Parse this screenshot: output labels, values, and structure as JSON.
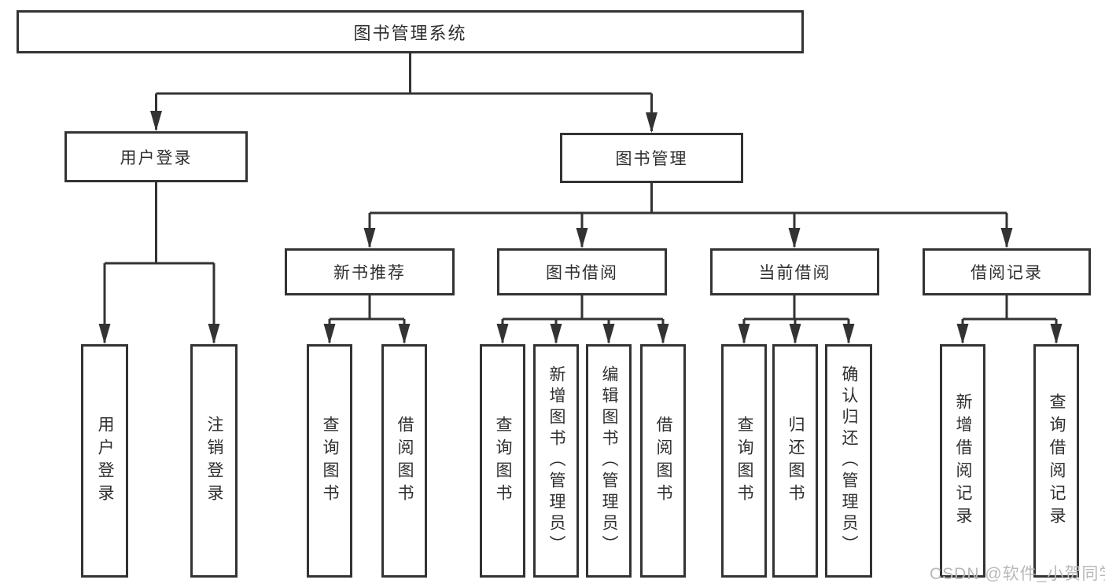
{
  "tree": {
    "root": "图书管理系统",
    "children": [
      {
        "label": "用户登录",
        "children": [
          "用户登录",
          "注销登录"
        ]
      },
      {
        "label": "图书管理",
        "children": [
          {
            "label": "新书推荐",
            "children": [
              "查询图书",
              "借阅图书"
            ]
          },
          {
            "label": "图书借阅",
            "children": [
              "查询图书",
              "新增图书（管理员）",
              "编辑图书（管理员）",
              "借阅图书"
            ]
          },
          {
            "label": "当前借阅",
            "children": [
              "查询图书",
              "归还图书",
              "确认归还（管理员）"
            ]
          },
          {
            "label": "借阅记录",
            "children": [
              "新增借阅记录",
              "查询借阅记录"
            ]
          }
        ]
      }
    ]
  },
  "watermark": "CSDN @软件_小贺同学",
  "colors": {
    "line": "#333333",
    "box_border": "#333333",
    "box_fill": "#ffffff",
    "text": "#2f2f2f",
    "watermark": "#b9b9b9",
    "background": "#ffffff"
  }
}
